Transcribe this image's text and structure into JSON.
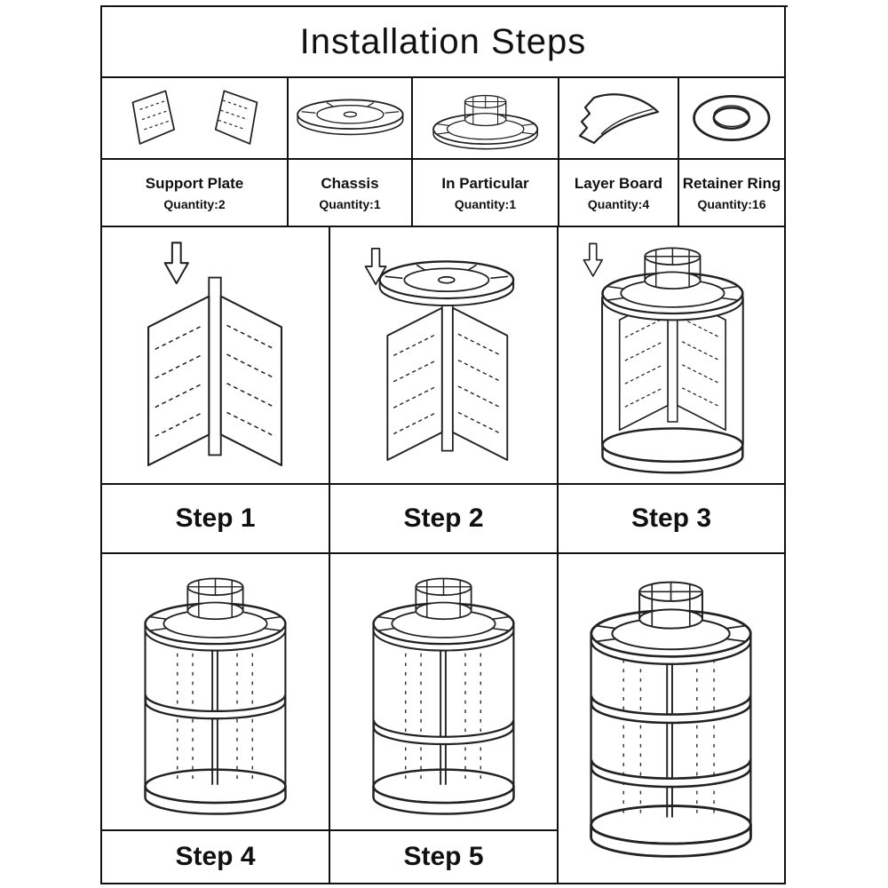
{
  "title": "Installation Steps",
  "colors": {
    "line": "#222222",
    "background": "#ffffff"
  },
  "parts": [
    {
      "name": "Support Plate",
      "quantity": "Quantity:2",
      "icon": "support-plate-icon"
    },
    {
      "name": "Chassis",
      "quantity": "Quantity:1",
      "icon": "chassis-icon"
    },
    {
      "name": "In Particular",
      "quantity": "Quantity:1",
      "icon": "top-plate-icon"
    },
    {
      "name": "Layer Board",
      "quantity": "Quantity:4",
      "icon": "layer-board-icon"
    },
    {
      "name": "Retainer Ring",
      "quantity": "Quantity:16",
      "icon": "retainer-ring-icon"
    }
  ],
  "steps": [
    {
      "label": "Step 1",
      "illustration": "cross-panels-with-insert-arrow"
    },
    {
      "label": "Step 2",
      "illustration": "panels-with-chassis-disc-and-arrow"
    },
    {
      "label": "Step 3",
      "illustration": "frame-with-top-plate-base-and-arrow"
    },
    {
      "label": "Step 4",
      "illustration": "assembled-organizer-upper-shelf"
    },
    {
      "label": "Step 5",
      "illustration": "assembled-organizer-lower-shelf"
    }
  ],
  "final_illustration": "finished-rotating-organizer"
}
